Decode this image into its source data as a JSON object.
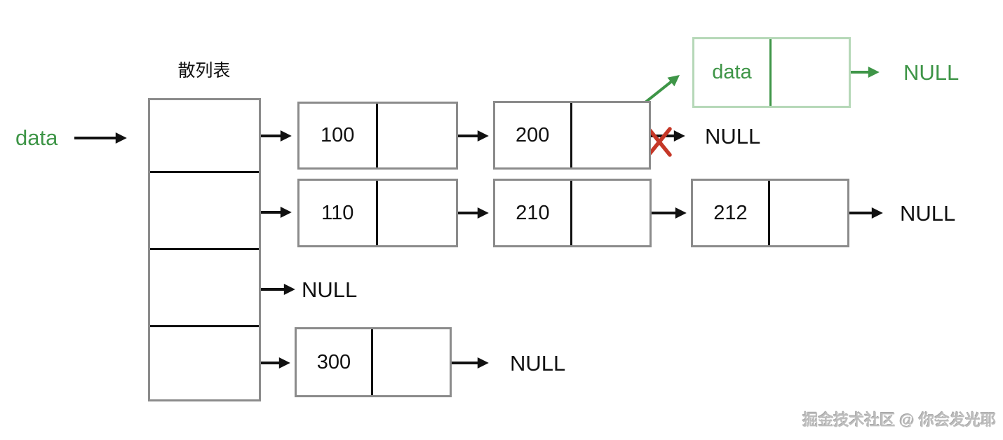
{
  "diagram": {
    "title": "散列表",
    "input_label": "data",
    "chains": [
      {
        "nodes": [
          "100",
          "200"
        ],
        "terminal": "NULL"
      },
      {
        "nodes": [
          "110",
          "210",
          "212"
        ],
        "terminal": "NULL"
      },
      {
        "nodes": [],
        "terminal": "NULL"
      },
      {
        "nodes": [
          "300"
        ],
        "terminal": "NULL"
      }
    ],
    "inserted_node": {
      "value": "data",
      "terminal": "NULL"
    }
  },
  "colors": {
    "green": "#3e9547",
    "light_green": "#b6d8b8",
    "border_gray": "#8b8b8b",
    "line_black": "#111111",
    "red_x": "#c53727",
    "watermark_gray": "#bdbdbd"
  },
  "watermark": "掘金技术社区 @ 你会发光耶"
}
